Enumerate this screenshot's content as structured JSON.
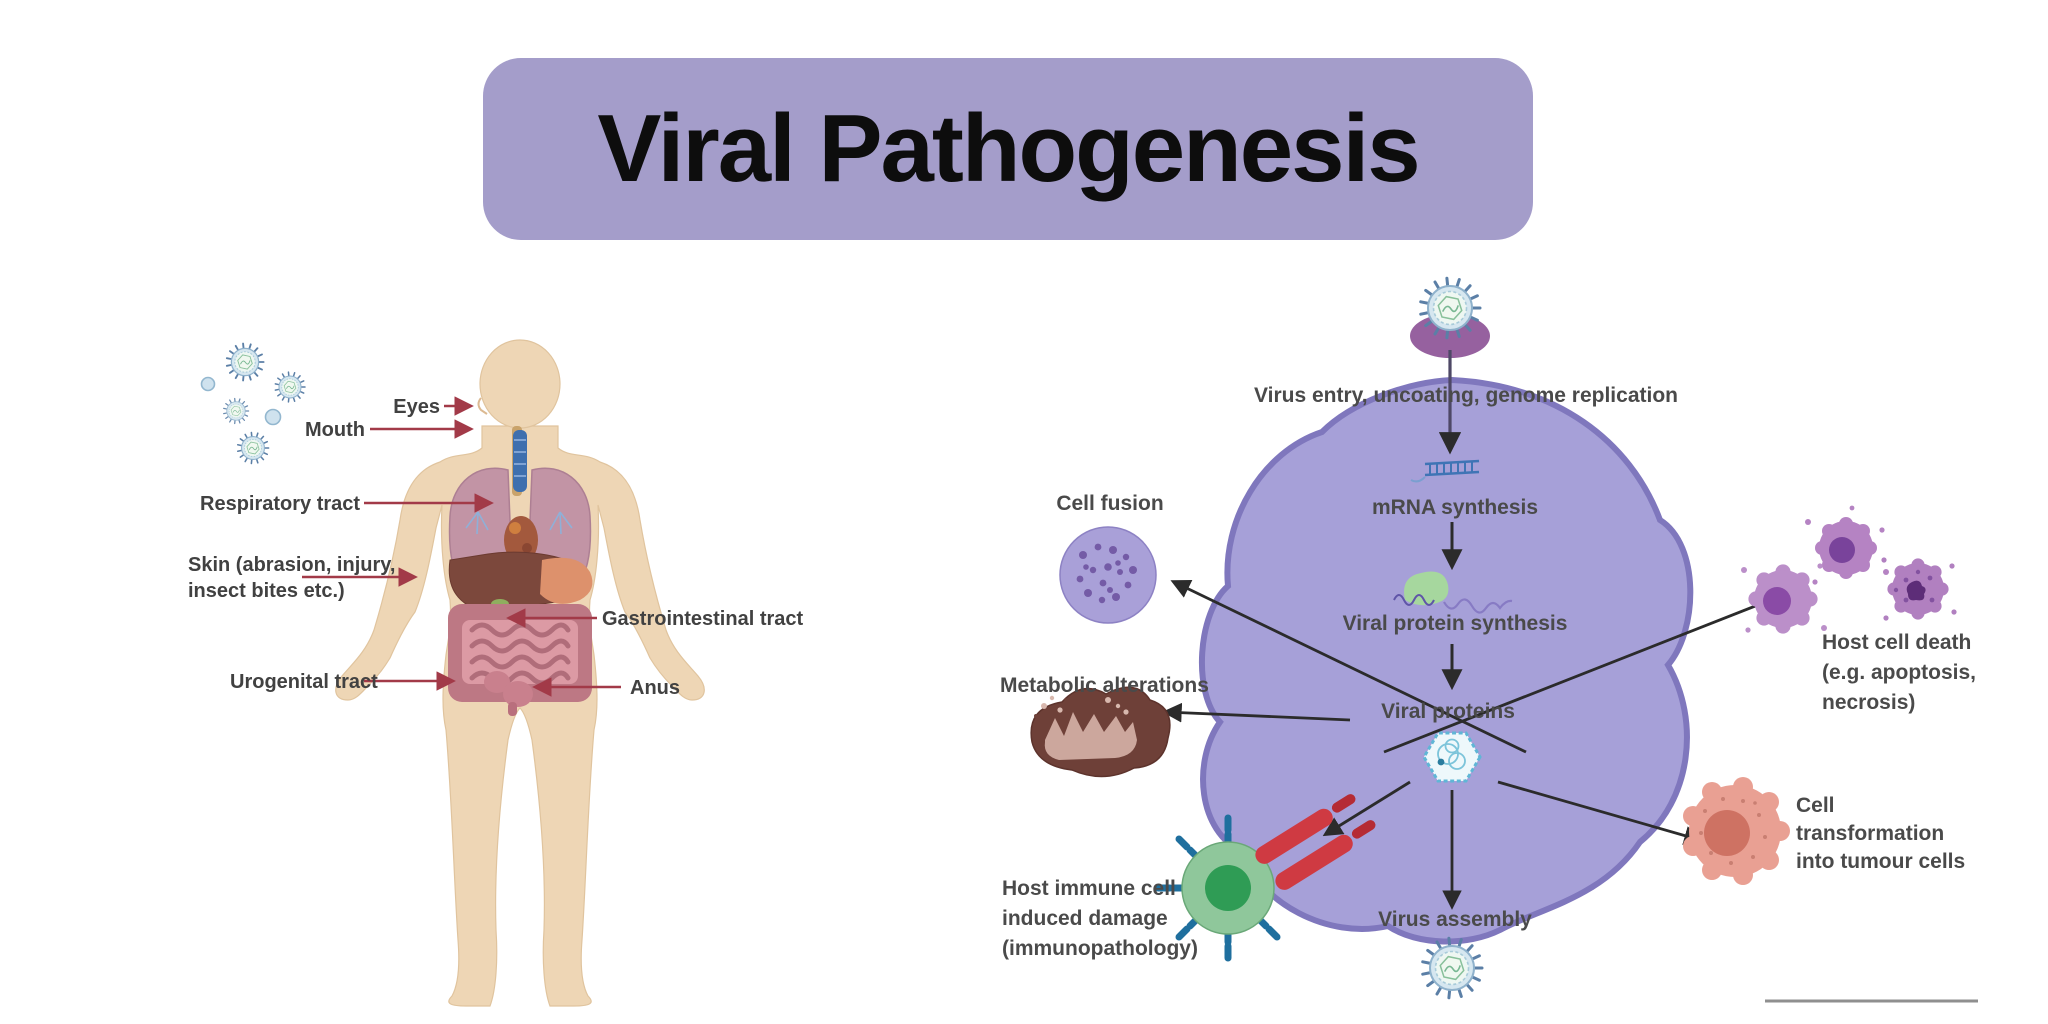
{
  "title": "Viral Pathogenesis",
  "colors": {
    "title_bg": "#a49dca",
    "cell_fill": "#a6a0d8",
    "cell_stroke": "#7f77bd",
    "body_arrow_red": "#a23a48",
    "diagram_arrow_dark": "#2b2b2b",
    "divider_gray": "#8f8f8f"
  },
  "body_panel": {
    "eyes": "Eyes",
    "mouth": "Mouth",
    "respiratory": "Respiratory tract",
    "skin_lines": [
      "Skin (abrasion, injury,",
      "insect bites etc.)"
    ],
    "gastrointestinal": "Gastrointestinal tract",
    "urogenital": "Urogenital tract",
    "anus": "Anus"
  },
  "cell_panel": {
    "entry": "Virus entry, uncoating, genome replication",
    "mrna": "mRNA synthesis",
    "protein_synthesis": "Viral protein synthesis",
    "viral_proteins": "Viral proteins",
    "cell_fusion": "Cell fusion",
    "metabolic": "Metabolic alterations",
    "immune_lines": [
      "Host immune cell",
      "induced damage",
      "(immunopathology)"
    ],
    "assembly": "Virus assembly",
    "death_lines": [
      "Host cell death",
      "(e.g. apoptosis,",
      "necrosis)"
    ],
    "transform_lines": [
      "Cell",
      "transformation",
      "into tumour cells"
    ]
  }
}
